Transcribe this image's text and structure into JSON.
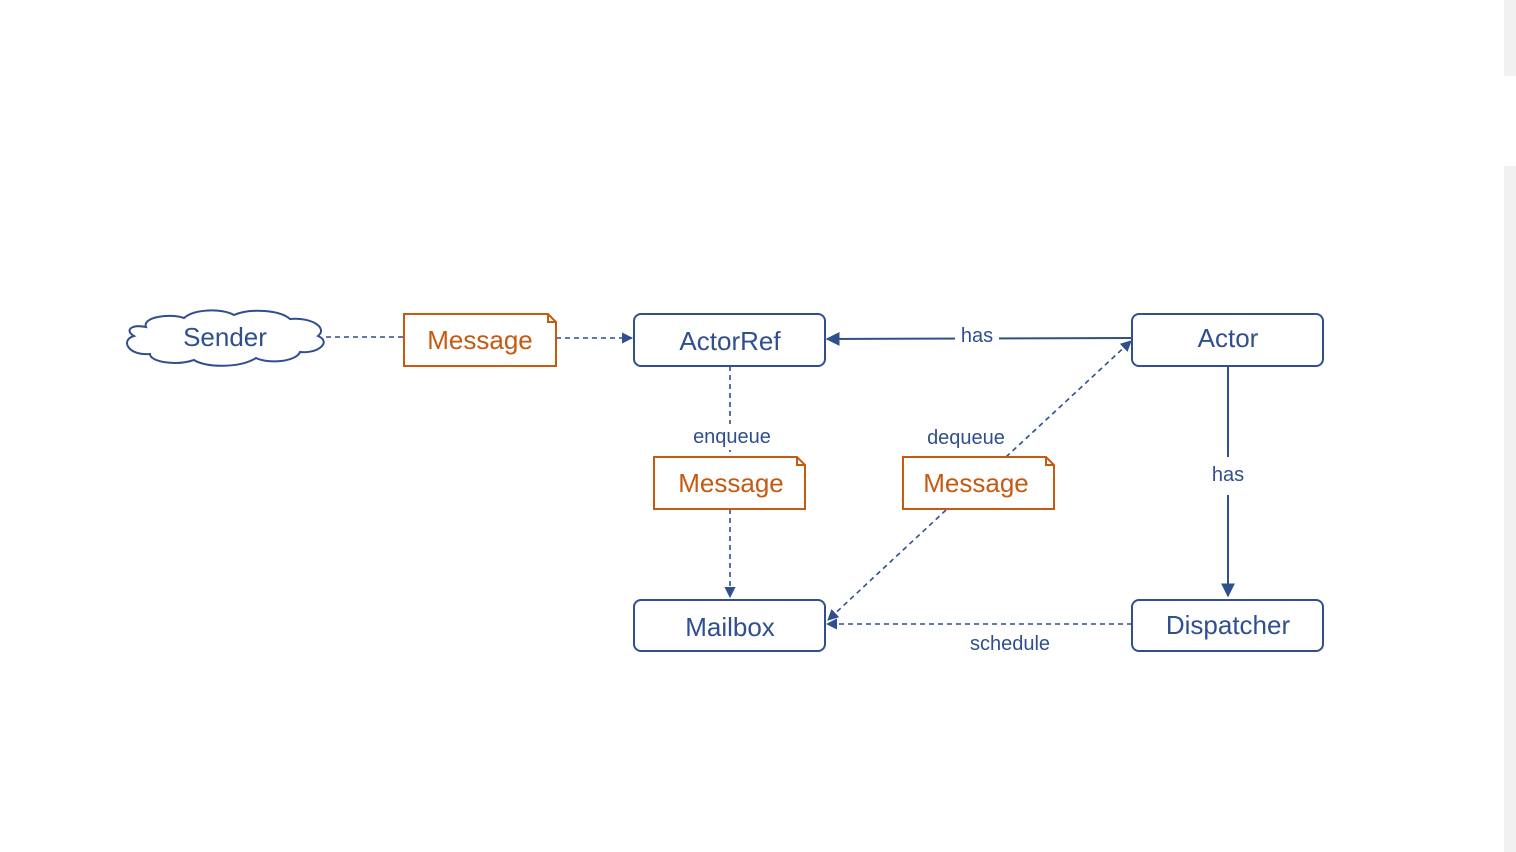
{
  "diagram": {
    "nodes": {
      "sender": {
        "label": "Sender",
        "shape": "cloud"
      },
      "actor_ref": {
        "label": "ActorRef",
        "shape": "rounded-rectangle"
      },
      "actor": {
        "label": "Actor",
        "shape": "rounded-rectangle"
      },
      "mailbox": {
        "label": "Mailbox",
        "shape": "rounded-rectangle"
      },
      "dispatcher": {
        "label": "Dispatcher",
        "shape": "rounded-rectangle"
      }
    },
    "messages": {
      "sent": {
        "label": "Message",
        "shape": "note"
      },
      "enqueued": {
        "label": "Message",
        "shape": "note"
      },
      "dequeued": {
        "label": "Message",
        "shape": "note"
      }
    },
    "edges": {
      "sender_to_actorref": {
        "from": "Sender",
        "to": "ActorRef",
        "style": "dashed",
        "label": ""
      },
      "actor_has_actorref": {
        "from": "Actor",
        "to": "ActorRef",
        "style": "solid",
        "label": "has"
      },
      "actorref_enqueue_mailbox": {
        "from": "ActorRef",
        "to": "Mailbox",
        "style": "dashed",
        "label": "enqueue"
      },
      "mailbox_dequeue_actor": {
        "from": "Mailbox",
        "to": "Actor",
        "style": "dashed",
        "label": "dequeue"
      },
      "actor_has_dispatcher": {
        "from": "Actor",
        "to": "Dispatcher",
        "style": "solid",
        "label": "has"
      },
      "dispatcher_schedule_mailbox": {
        "from": "Dispatcher",
        "to": "Mailbox",
        "style": "dashed",
        "label": "schedule"
      }
    }
  },
  "colors": {
    "node_stroke": "#2f4f8f",
    "node_text": "#2f4f8f",
    "message_stroke": "#c55a11",
    "message_text": "#c55a11",
    "background": "#ffffff"
  }
}
